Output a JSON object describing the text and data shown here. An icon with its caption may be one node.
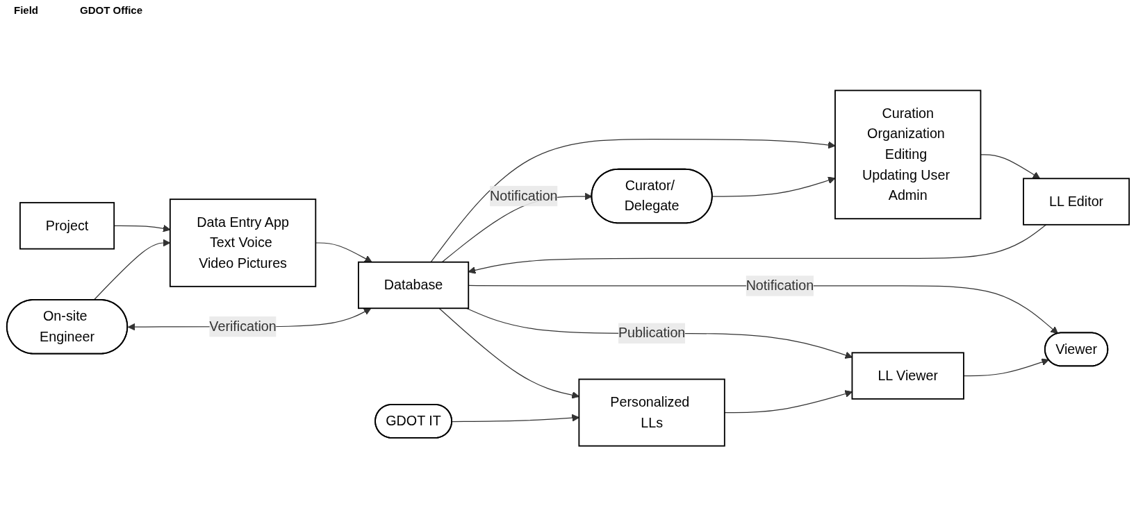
{
  "diagram": {
    "nodes": [
      {
        "text": [
          "Project"
        ]
      },
      {
        "text": [
          "Data Entry App",
          "Text Voice Video Pictures"
        ]
      },
      {
        "text": [
          "On-site Engineer"
        ]
      },
      {
        "text": [
          "Database"
        ]
      },
      {
        "text": [
          "Curator/ Delegate"
        ]
      },
      {
        "text": [
          "Curation",
          "Organization Editing Updating User Admin"
        ]
      },
      {
        "text": [
          "LL Editor"
        ]
      },
      {
        "text": [
          "LL Viewer"
        ]
      },
      {
        "text": [
          "Personalized LLs"
        ]
      },
      {
        "text": [
          "Viewer"
        ]
      },
      {
        "text": [
          "GDOT IT"
        ]
      }
    ],
    "edges": [
      {
        "from": 0,
        "to": 1,
        "arrow": "to"
      },
      {
        "from": 2,
        "to": 1,
        "arrow": "to"
      },
      {
        "from": 1,
        "to": 3,
        "arrow": "to"
      },
      {
        "from": 2,
        "to": 3,
        "arrow": "both",
        "label": "Verification"
      },
      {
        "from": 3,
        "to": 4,
        "arrow": "to",
        "label": "Notification"
      },
      {
        "from": 3,
        "to": 5,
        "arrow": "to"
      },
      {
        "from": 4,
        "to": 5,
        "arrow": "to"
      },
      {
        "from": 5,
        "to": 6,
        "arrow": "to"
      },
      {
        "from": 6,
        "to": 3,
        "arrow": "to"
      },
      {
        "from": 3,
        "to": 7,
        "arrow": "to",
        "label": "Publication"
      },
      {
        "from": 3,
        "to": 9,
        "arrow": "to",
        "label": "Notification"
      },
      {
        "from": 8,
        "to": 7,
        "arrow": "to"
      },
      {
        "from": 7,
        "to": 9,
        "arrow": "to"
      },
      {
        "from": 3,
        "to": 8,
        "arrow": "to"
      },
      {
        "from": 10,
        "to": 8,
        "arrow": "to"
      }
    ],
    "labels": [
      "Field",
      "GDOT Office"
    ]
  }
}
